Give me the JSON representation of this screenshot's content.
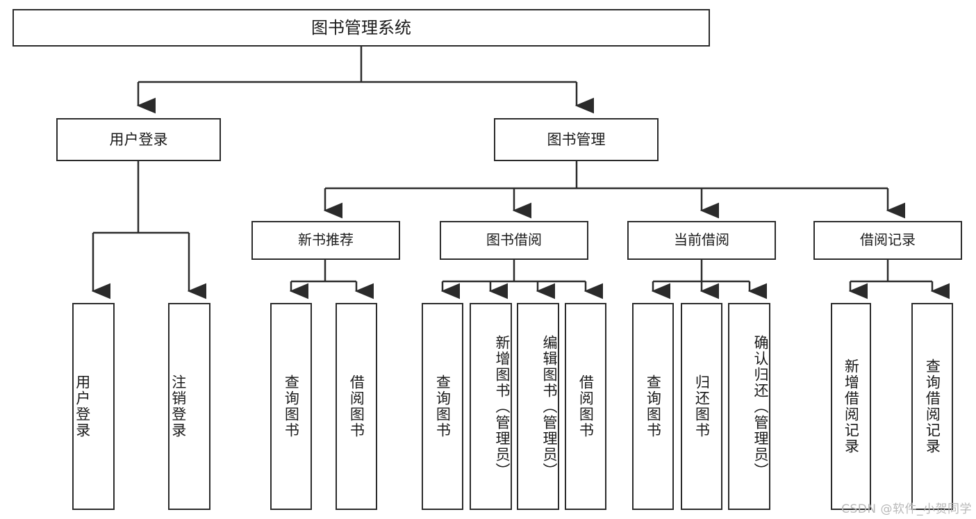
{
  "diagram": {
    "title": "图书管理系统",
    "type": "tree",
    "root": {
      "id": "root",
      "label": "图书管理系统"
    },
    "level1": [
      {
        "id": "user-login",
        "label": "用户登录"
      },
      {
        "id": "book-manage",
        "label": "图书管理"
      }
    ],
    "level2": [
      {
        "id": "new-book-rec",
        "label": "新书推荐",
        "parent": "book-manage"
      },
      {
        "id": "book-borrow",
        "label": "图书借阅",
        "parent": "book-manage"
      },
      {
        "id": "current-borrow",
        "label": "当前借阅",
        "parent": "book-manage"
      },
      {
        "id": "borrow-record",
        "label": "借阅记录",
        "parent": "book-manage"
      }
    ],
    "leaves": [
      {
        "id": "leaf-user-login",
        "label": "用户登录",
        "parent": "user-login"
      },
      {
        "id": "leaf-logout-login",
        "label": "注销登录",
        "parent": "user-login"
      },
      {
        "id": "leaf-query-book-1",
        "label": "查询图书",
        "parent": "new-book-rec"
      },
      {
        "id": "leaf-borrow-book-1",
        "label": "借阅图书",
        "parent": "new-book-rec"
      },
      {
        "id": "leaf-query-book-2",
        "label": "查询图书",
        "parent": "book-borrow"
      },
      {
        "id": "leaf-add-book",
        "label": "新增图书（管理员）",
        "parent": "book-borrow"
      },
      {
        "id": "leaf-edit-book",
        "label": "编辑图书（管理员）",
        "parent": "book-borrow"
      },
      {
        "id": "leaf-borrow-book-2",
        "label": "借阅图书",
        "parent": "book-borrow"
      },
      {
        "id": "leaf-query-book-3",
        "label": "查询图书",
        "parent": "current-borrow"
      },
      {
        "id": "leaf-return-book",
        "label": "归还图书",
        "parent": "current-borrow"
      },
      {
        "id": "leaf-confirm-return",
        "label": "确认归还（管理员）",
        "parent": "current-borrow"
      },
      {
        "id": "leaf-add-record",
        "label": "新增借阅记录",
        "parent": "borrow-record"
      },
      {
        "id": "leaf-query-record",
        "label": "查询借阅记录",
        "parent": "borrow-record"
      }
    ],
    "watermark": "CSDN @软件_小贺同学",
    "colors": {
      "stroke": "#2b2b2b",
      "background": "#ffffff",
      "text": "#1a1a1a",
      "watermark": "#b8b8b8"
    }
  }
}
